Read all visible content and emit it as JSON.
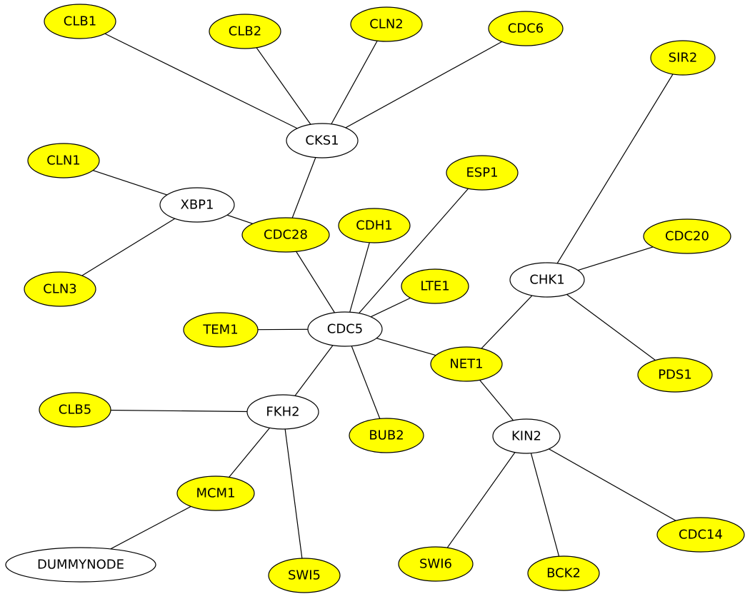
{
  "diagram": {
    "colors": {
      "highlight": "#ffff00",
      "plain": "#ffffff",
      "stroke": "#000000"
    },
    "nodes": [
      {
        "id": "CLB1",
        "label": "CLB1",
        "highlighted": true
      },
      {
        "id": "CLB2",
        "label": "CLB2",
        "highlighted": true
      },
      {
        "id": "CLN2",
        "label": "CLN2",
        "highlighted": true
      },
      {
        "id": "CDC6",
        "label": "CDC6",
        "highlighted": true
      },
      {
        "id": "SIR2",
        "label": "SIR2",
        "highlighted": true
      },
      {
        "id": "CKS1",
        "label": "CKS1",
        "highlighted": false
      },
      {
        "id": "CLN1",
        "label": "CLN1",
        "highlighted": true
      },
      {
        "id": "XBP1",
        "label": "XBP1",
        "highlighted": false
      },
      {
        "id": "ESP1",
        "label": "ESP1",
        "highlighted": true
      },
      {
        "id": "CDH1",
        "label": "CDH1",
        "highlighted": true
      },
      {
        "id": "CDC28",
        "label": "CDC28",
        "highlighted": true
      },
      {
        "id": "CDC20",
        "label": "CDC20",
        "highlighted": true
      },
      {
        "id": "CLN3",
        "label": "CLN3",
        "highlighted": true
      },
      {
        "id": "CHK1",
        "label": "CHK1",
        "highlighted": false
      },
      {
        "id": "LTE1",
        "label": "LTE1",
        "highlighted": true
      },
      {
        "id": "TEM1",
        "label": "TEM1",
        "highlighted": true
      },
      {
        "id": "CDC5",
        "label": "CDC5",
        "highlighted": false
      },
      {
        "id": "NET1",
        "label": "NET1",
        "highlighted": true
      },
      {
        "id": "PDS1",
        "label": "PDS1",
        "highlighted": true
      },
      {
        "id": "CLB5",
        "label": "CLB5",
        "highlighted": true
      },
      {
        "id": "FKH2",
        "label": "FKH2",
        "highlighted": false
      },
      {
        "id": "BUB2",
        "label": "BUB2",
        "highlighted": true
      },
      {
        "id": "KIN2",
        "label": "KIN2",
        "highlighted": false
      },
      {
        "id": "MCM1",
        "label": "MCM1",
        "highlighted": true
      },
      {
        "id": "CDC14",
        "label": "CDC14",
        "highlighted": true
      },
      {
        "id": "SWI6",
        "label": "SWI6",
        "highlighted": true
      },
      {
        "id": "DUMMYNODE",
        "label": "DUMMYNODE",
        "highlighted": false
      },
      {
        "id": "SWI5",
        "label": "SWI5",
        "highlighted": true
      },
      {
        "id": "BCK2",
        "label": "BCK2",
        "highlighted": true
      }
    ],
    "edges": [
      [
        "CLB1",
        "CKS1"
      ],
      [
        "CLB2",
        "CKS1"
      ],
      [
        "CLN2",
        "CKS1"
      ],
      [
        "CDC6",
        "CKS1"
      ],
      [
        "CKS1",
        "CDC28"
      ],
      [
        "CLN1",
        "XBP1"
      ],
      [
        "XBP1",
        "CLN3"
      ],
      [
        "XBP1",
        "CDC28"
      ],
      [
        "CDC28",
        "CDC5"
      ],
      [
        "CDH1",
        "CDC5"
      ],
      [
        "ESP1",
        "CDC5"
      ],
      [
        "LTE1",
        "CDC5"
      ],
      [
        "TEM1",
        "CDC5"
      ],
      [
        "CDC5",
        "NET1"
      ],
      [
        "CDC5",
        "BUB2"
      ],
      [
        "CDC5",
        "FKH2"
      ],
      [
        "SIR2",
        "CHK1"
      ],
      [
        "CHK1",
        "CDC20"
      ],
      [
        "CHK1",
        "PDS1"
      ],
      [
        "CHK1",
        "NET1"
      ],
      [
        "NET1",
        "KIN2"
      ],
      [
        "KIN2",
        "SWI6"
      ],
      [
        "KIN2",
        "BCK2"
      ],
      [
        "KIN2",
        "CDC14"
      ],
      [
        "CLB5",
        "FKH2"
      ],
      [
        "FKH2",
        "MCM1"
      ],
      [
        "FKH2",
        "SWI5"
      ],
      [
        "MCM1",
        "DUMMYNODE"
      ]
    ]
  }
}
